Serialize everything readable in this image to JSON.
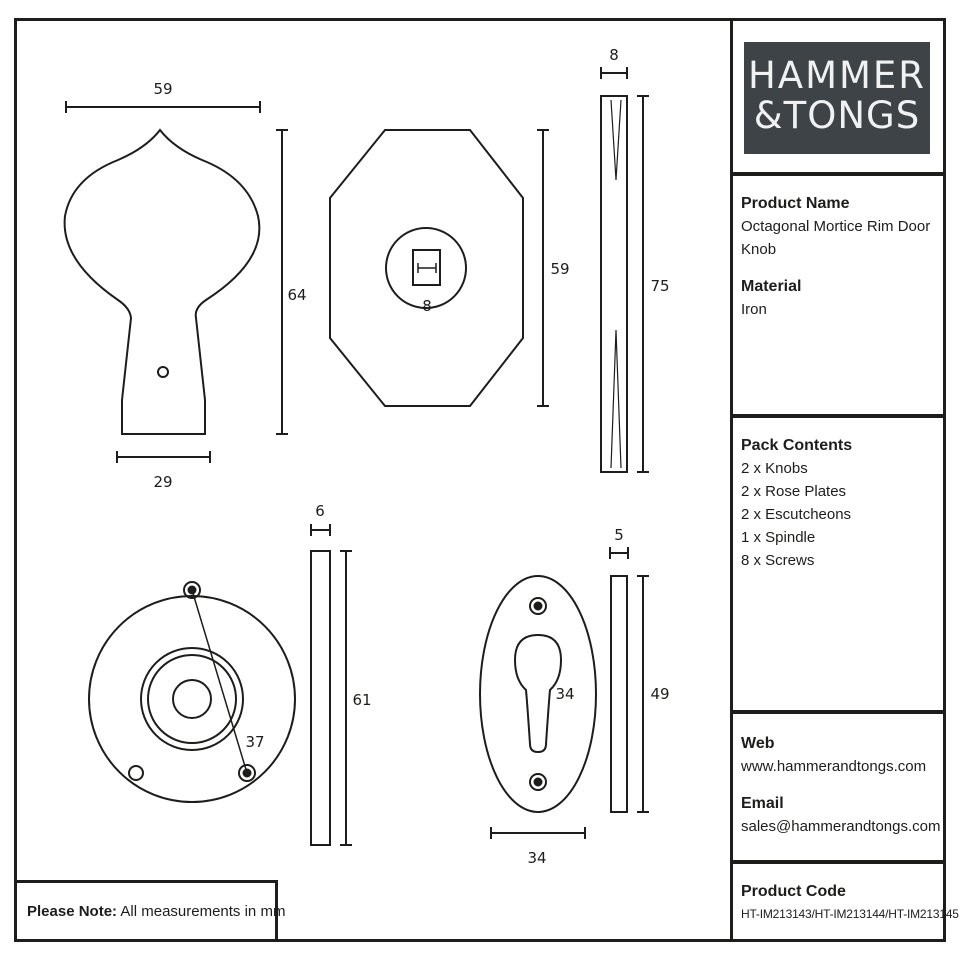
{
  "brand": {
    "logo_line1": "HAMMER",
    "logo_line2": "&TONGS",
    "logo_bg": "#3d4347",
    "logo_fg": "#f1f1f1"
  },
  "info": {
    "product_name_label": "Product Name",
    "product_name": "Octagonal Mortice Rim Door Knob",
    "material_label": "Material",
    "material": "Iron",
    "pack_contents_label": "Pack Contents",
    "pack_contents": [
      "2 x Knobs",
      "2 x Rose Plates",
      "2 x Escutcheons",
      "1 x Spindle",
      "8 x Screws"
    ],
    "web_label": "Web",
    "web": "www.hammerandtongs.com",
    "email_label": "Email",
    "email": "sales@hammerandtongs.com",
    "product_code_label": "Product Code",
    "product_code": "HT-IM213143/HT-IM213144/HT-IM213145"
  },
  "note": {
    "label": "Please Note:",
    "text": "All measurements in mm"
  },
  "dimensions": {
    "knob_width": "59",
    "knob_height": "64",
    "knob_neck_width": "29",
    "octagon_height": "59",
    "spindle_hole": "8",
    "knob_side_width": "8",
    "knob_side_height": "75",
    "rose_thickness": "6",
    "rose_height": "61",
    "rose_hole_spacing": "37",
    "escutcheon_thickness": "5",
    "escutcheon_height": "49",
    "keyhole_height": "34",
    "escutcheon_width": "34"
  }
}
